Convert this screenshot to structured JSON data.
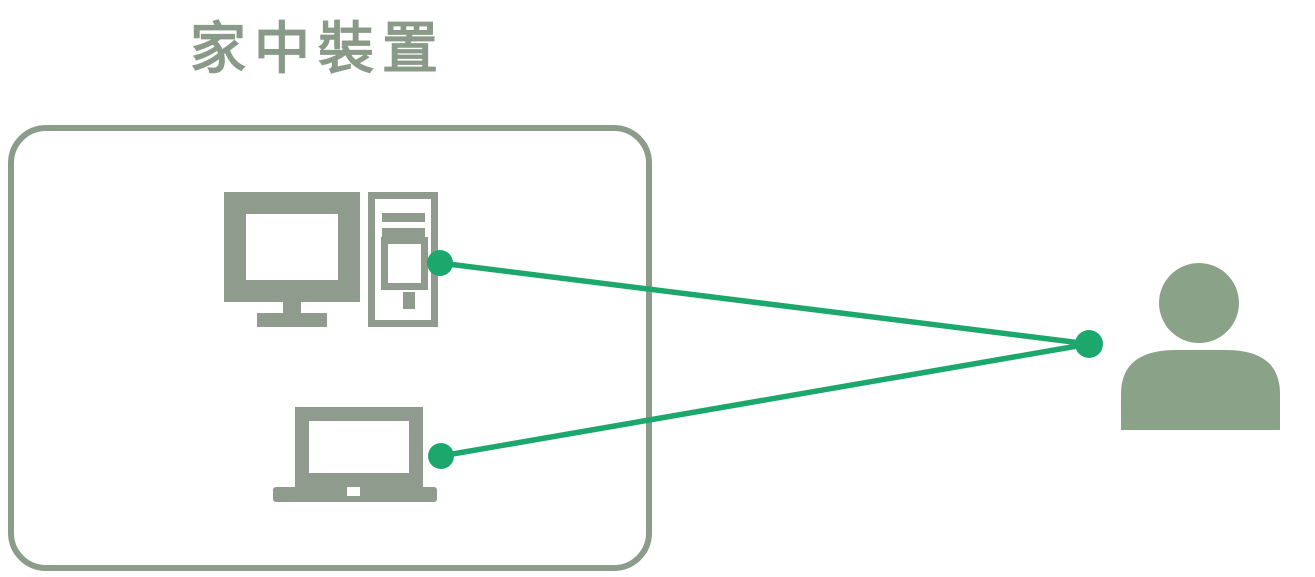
{
  "title": "家中裝置",
  "colors": {
    "background": "#ffffff",
    "frame": "#8c9c8a",
    "device": "#8f9c8d",
    "person": "#8aa287",
    "connector": "#1ca76c",
    "title_text": "#8a9a88"
  },
  "diagram": {
    "group": {
      "label": "家中裝置",
      "devices": [
        {
          "id": "desktop-computer",
          "icon": "desktop-computer-icon"
        },
        {
          "id": "laptop",
          "icon": "laptop-icon"
        }
      ]
    },
    "external_node": {
      "id": "user",
      "icon": "user-icon"
    },
    "connections": [
      {
        "from": "desktop-computer",
        "to": "user"
      },
      {
        "from": "laptop",
        "to": "user"
      }
    ]
  }
}
